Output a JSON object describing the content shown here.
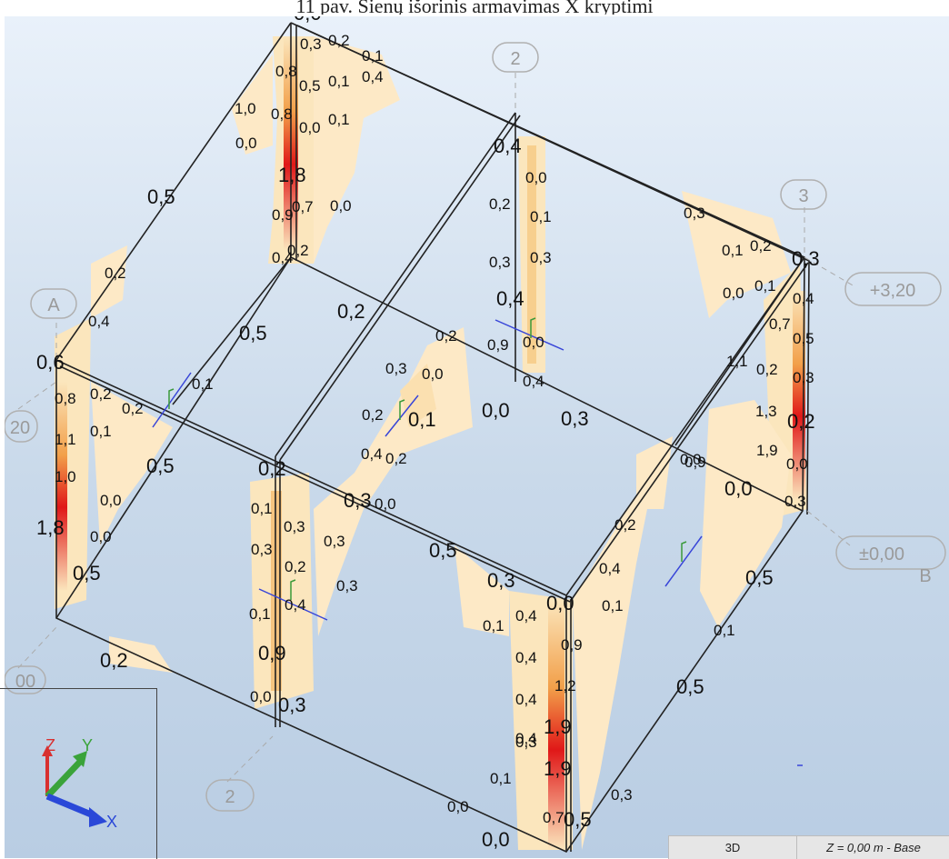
{
  "caption": "11 pav. Sienų išorinis armavimas X kryptimi",
  "statusbar": {
    "mode": "3D",
    "plane": "Z = 0,00 m - Base"
  },
  "axis_triad": {
    "x": "X",
    "y": "Y",
    "z": "Z"
  },
  "grid_labels": {
    "axis_2_top": "2",
    "axis_3": "3",
    "axis_a": "A",
    "axis_b": "B",
    "axis_2_bottom": "2",
    "level_top": "+3,20",
    "level_base": "±0,00",
    "left_level": "20",
    "left_bottom": "00"
  },
  "colors": {
    "background_top": "#e9f1fa",
    "background_bottom": "#b9cde3",
    "map_low": "#fbe6bd",
    "map_high": "#e01010"
  },
  "values": [
    "0,0",
    "0,3",
    "0,2",
    "0,1",
    "0,8",
    "0,5",
    "0,1",
    "0,4",
    "1,0",
    "0,8",
    "0,0",
    "0,1",
    "0,0",
    "1,8",
    "0,5",
    "0,9",
    "0,7",
    "0,0",
    "0,4",
    "0,2",
    "0,2",
    "0,4",
    "0,2",
    "0,5",
    "0,6",
    "0,8",
    "0,2",
    "0,2",
    "0,1",
    "1,1",
    "0,1",
    "1,0",
    "0,5",
    "0,0",
    "1,8",
    "0,0",
    "0,5",
    "0,2",
    "0,2",
    "0,1",
    "0,3",
    "0,3",
    "0,2",
    "0,3",
    "0,4",
    "0,1",
    "0,3",
    "0,9",
    "0,0",
    "0,3",
    "0,3",
    "0,0",
    "0,2",
    "0,3",
    "0,0",
    "0,2",
    "0,1",
    "0,4",
    "0,2",
    "0,4",
    "0,0",
    "0,2",
    "0,1",
    "0,3",
    "0,3",
    "0,4",
    "0,9",
    "0,0",
    "0,4",
    "0,0",
    "0,3",
    "0,0",
    "0,5",
    "0,3",
    "0,1",
    "0,4",
    "0,0",
    "0,4",
    "0,9",
    "0,4",
    "1,2",
    "0,4",
    "1,9",
    "0,3",
    "0,1",
    "1,9",
    "0,7",
    "0,3",
    "0,5",
    "0,0",
    "0,0",
    "0,2",
    "0,4",
    "0,1",
    "0,5",
    "0,1",
    "0,5",
    "0,3",
    "0,1",
    "0,2",
    "0,3",
    "0,0",
    "0,1",
    "0,4",
    "0,7",
    "0,5",
    "1,1",
    "0,2",
    "0,3",
    "1,3",
    "0,2",
    "1,9",
    "0,0",
    "0,9",
    "0,0",
    "0,3",
    "0,4",
    "0,3"
  ]
}
